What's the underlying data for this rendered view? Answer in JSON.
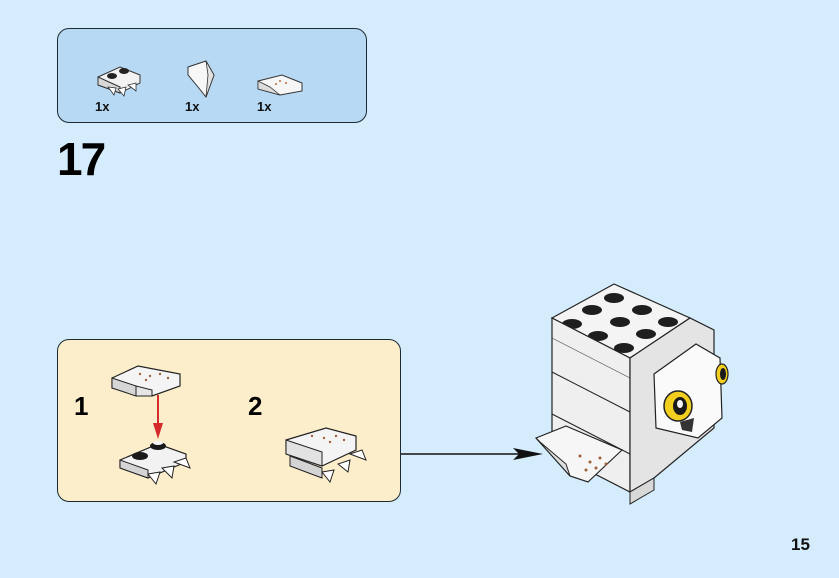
{
  "parts_list": {
    "items": [
      {
        "name": "plate-1x2-with-teeth",
        "quantity": "1x",
        "color": "white"
      },
      {
        "name": "wedge-slope-piece",
        "quantity": "1x",
        "color": "white"
      },
      {
        "name": "curved-slope-printed",
        "quantity": "1x",
        "color": "white"
      }
    ]
  },
  "step": {
    "number": "17"
  },
  "sub_steps": [
    {
      "number": "1"
    },
    {
      "number": "2"
    }
  ],
  "colors": {
    "page_background": "#d4ecfb",
    "parts_box_background": "#b8d9f3",
    "substep_box_background": "#fdeecb",
    "arrow_red": "#d42a2a",
    "brick_white": "#f4f4f4",
    "eye_yellow": "#f2cf1f"
  },
  "page": {
    "number": "15"
  }
}
